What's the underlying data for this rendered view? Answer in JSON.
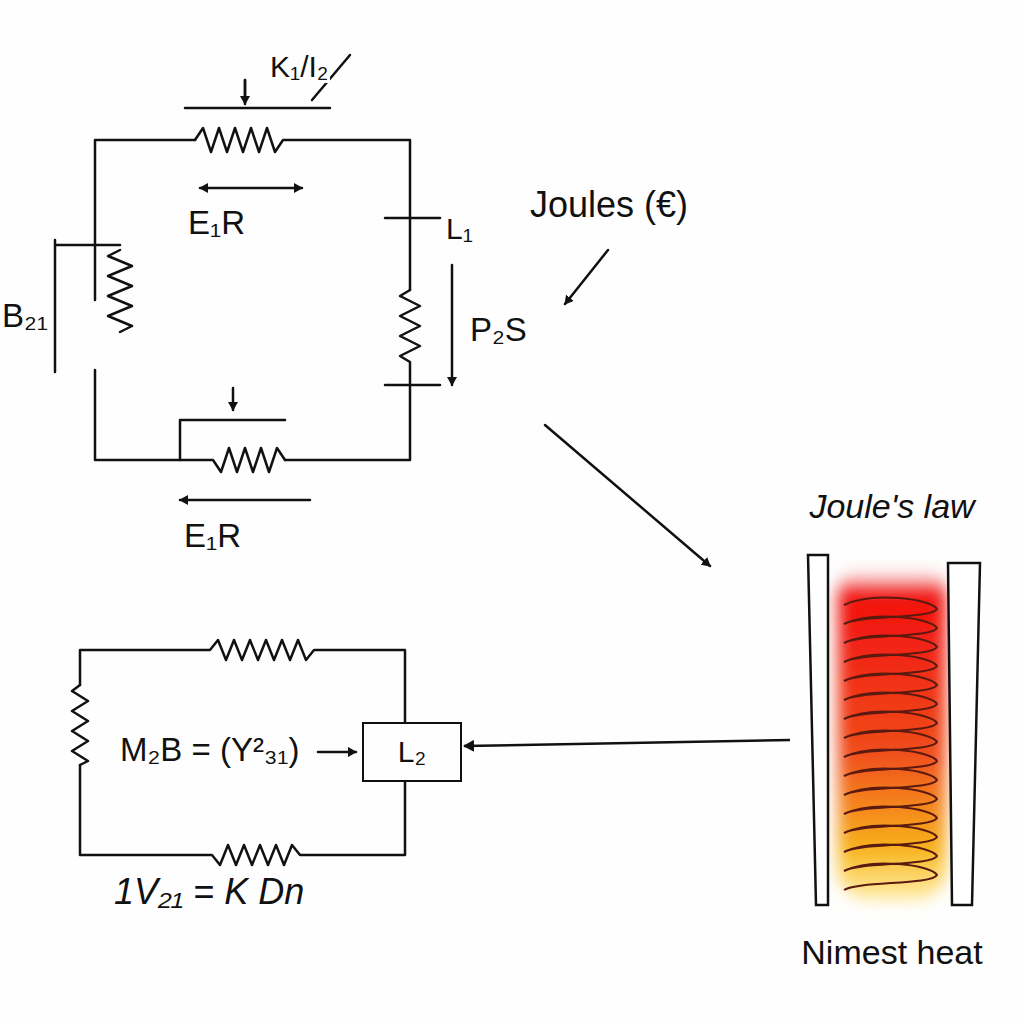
{
  "diagram": {
    "nodes": [
      {
        "text": [
          "Joule's law",
          "Nimest heat"
        ]
      },
      {
        "text": [
          "L₂"
        ]
      }
    ],
    "edges": [
      {
        "from": 0,
        "to": 1,
        "arrow": "to"
      }
    ],
    "labels": [
      "K₁/I₂",
      "E₁R",
      "Joules (€)",
      "L₁",
      "B₂₁",
      "P₂S",
      "E₁R",
      "M₂B = (Y²₃₁)",
      "1V₂₁ = K Dn"
    ]
  }
}
